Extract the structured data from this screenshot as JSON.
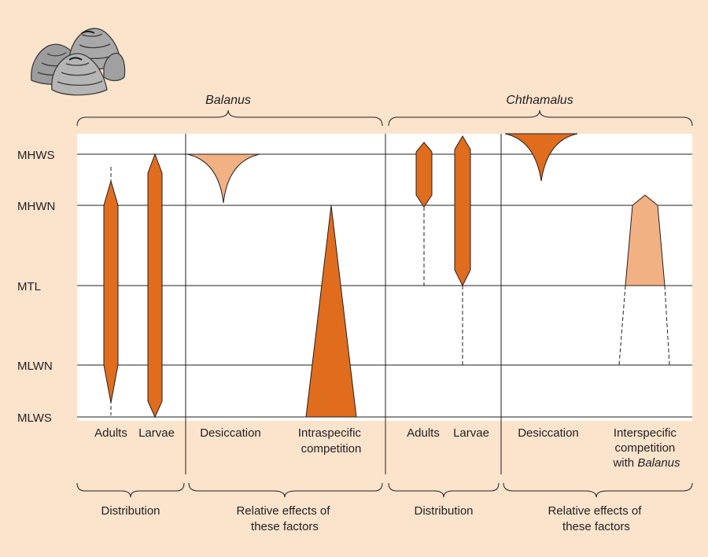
{
  "colors": {
    "background": "#fbe3cc",
    "panel": "#ffffff",
    "dark_orange": "#e06c1e",
    "light_orange": "#f2b183",
    "line": "#231f20"
  },
  "icon": "barnacle-cluster-icon",
  "species": [
    {
      "name": "Balanus"
    },
    {
      "name": "Chthamalus"
    }
  ],
  "tide_levels": [
    {
      "label": "MHWS"
    },
    {
      "label": "MHWN"
    },
    {
      "label": "MTL"
    },
    {
      "label": "MLWN"
    },
    {
      "label": "MLWS"
    }
  ],
  "columns": {
    "balanus_adults": "Adults",
    "balanus_larvae": "Larvae",
    "balanus_desiccation": "Desiccation",
    "balanus_intraspecific": [
      "Intraspecific",
      "competition"
    ],
    "chthamalus_adults": "Adults",
    "chthamalus_larvae": "Larvae",
    "chthamalus_desiccation": "Desiccation",
    "chthamalus_interspecific": [
      "Interspecific",
      "competition",
      "with",
      "Balanus"
    ]
  },
  "groups": {
    "balanus_distribution": "Distribution",
    "balanus_effects": [
      "Relative effects of",
      "these factors"
    ],
    "chthamalus_distribution": "Distribution",
    "chthamalus_effects": [
      "Relative effects of",
      "these factors"
    ]
  }
}
